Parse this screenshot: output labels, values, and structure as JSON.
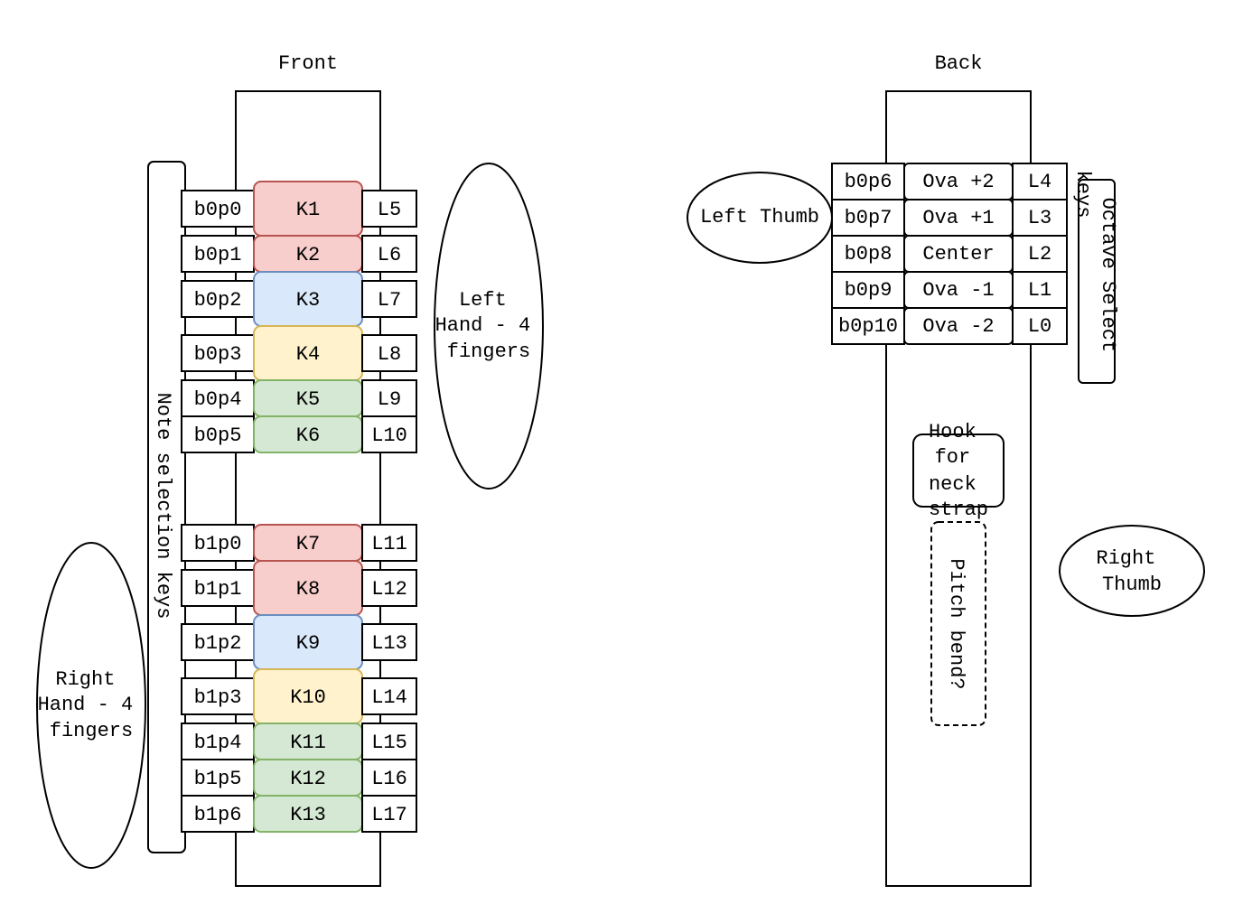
{
  "front_title": "Front",
  "back_title": "Back",
  "front_groups": [
    {
      "rows": [
        {
          "pin": "b0p0",
          "key": "K1",
          "led": "L5",
          "color": "red"
        },
        {
          "pin": "b0p1",
          "key": "K2",
          "led": "L6",
          "color": "red"
        },
        {
          "pin": "b0p2",
          "key": "K3",
          "led": "L7",
          "color": "blue"
        },
        {
          "pin": "b0p3",
          "key": "K4",
          "led": "L8",
          "color": "yellow"
        },
        {
          "pin": "b0p4",
          "key": "K5",
          "led": "L9",
          "color": "green"
        },
        {
          "pin": "b0p5",
          "key": "K6",
          "led": "L10",
          "color": "green"
        }
      ]
    },
    {
      "rows": [
        {
          "pin": "b1p0",
          "key": "K7",
          "led": "L11",
          "color": "red"
        },
        {
          "pin": "b1p1",
          "key": "K8",
          "led": "L12",
          "color": "red"
        },
        {
          "pin": "b1p2",
          "key": "K9",
          "led": "L13",
          "color": "blue"
        },
        {
          "pin": "b1p3",
          "key": "K10",
          "led": "L14",
          "color": "yellow"
        },
        {
          "pin": "b1p4",
          "key": "K11",
          "led": "L15",
          "color": "green"
        },
        {
          "pin": "b1p5",
          "key": "K12",
          "led": "L16",
          "color": "green"
        },
        {
          "pin": "b1p6",
          "key": "K13",
          "led": "L17",
          "color": "green"
        }
      ]
    }
  ],
  "key_colors": {
    "red": {
      "fill": "#f8cecc",
      "stroke": "#b85450"
    },
    "blue": {
      "fill": "#dae8fc",
      "stroke": "#6c8ebf"
    },
    "yellow": {
      "fill": "#fff2cc",
      "stroke": "#d6b656"
    },
    "green": {
      "fill": "#d5e8d4",
      "stroke": "#82b366"
    }
  },
  "note_selection_label": "Note selection keys",
  "left_hand_label": [
    "Left",
    "Hand - 4",
    "fingers"
  ],
  "right_hand_label": [
    "Right",
    "Hand - 4",
    "fingers"
  ],
  "back_rows": [
    {
      "pin": "b0p6",
      "key": "Ova +2",
      "led": "L4"
    },
    {
      "pin": "b0p7",
      "key": "Ova +1",
      "led": "L3"
    },
    {
      "pin": "b0p8",
      "key": "Center",
      "led": "L2"
    },
    {
      "pin": "b0p9",
      "key": "Ova -1",
      "led": "L1"
    },
    {
      "pin": "b0p10",
      "key": "Ova -2",
      "led": "L0"
    }
  ],
  "left_thumb_label": "Left Thumb",
  "octave_select_label": [
    "Octave Select",
    "keys"
  ],
  "hook_label": [
    "Hook",
    "for",
    "neck",
    "strap"
  ],
  "pitch_bend_label": "Pitch bend?",
  "right_thumb_label": [
    "Right",
    "Thumb"
  ]
}
